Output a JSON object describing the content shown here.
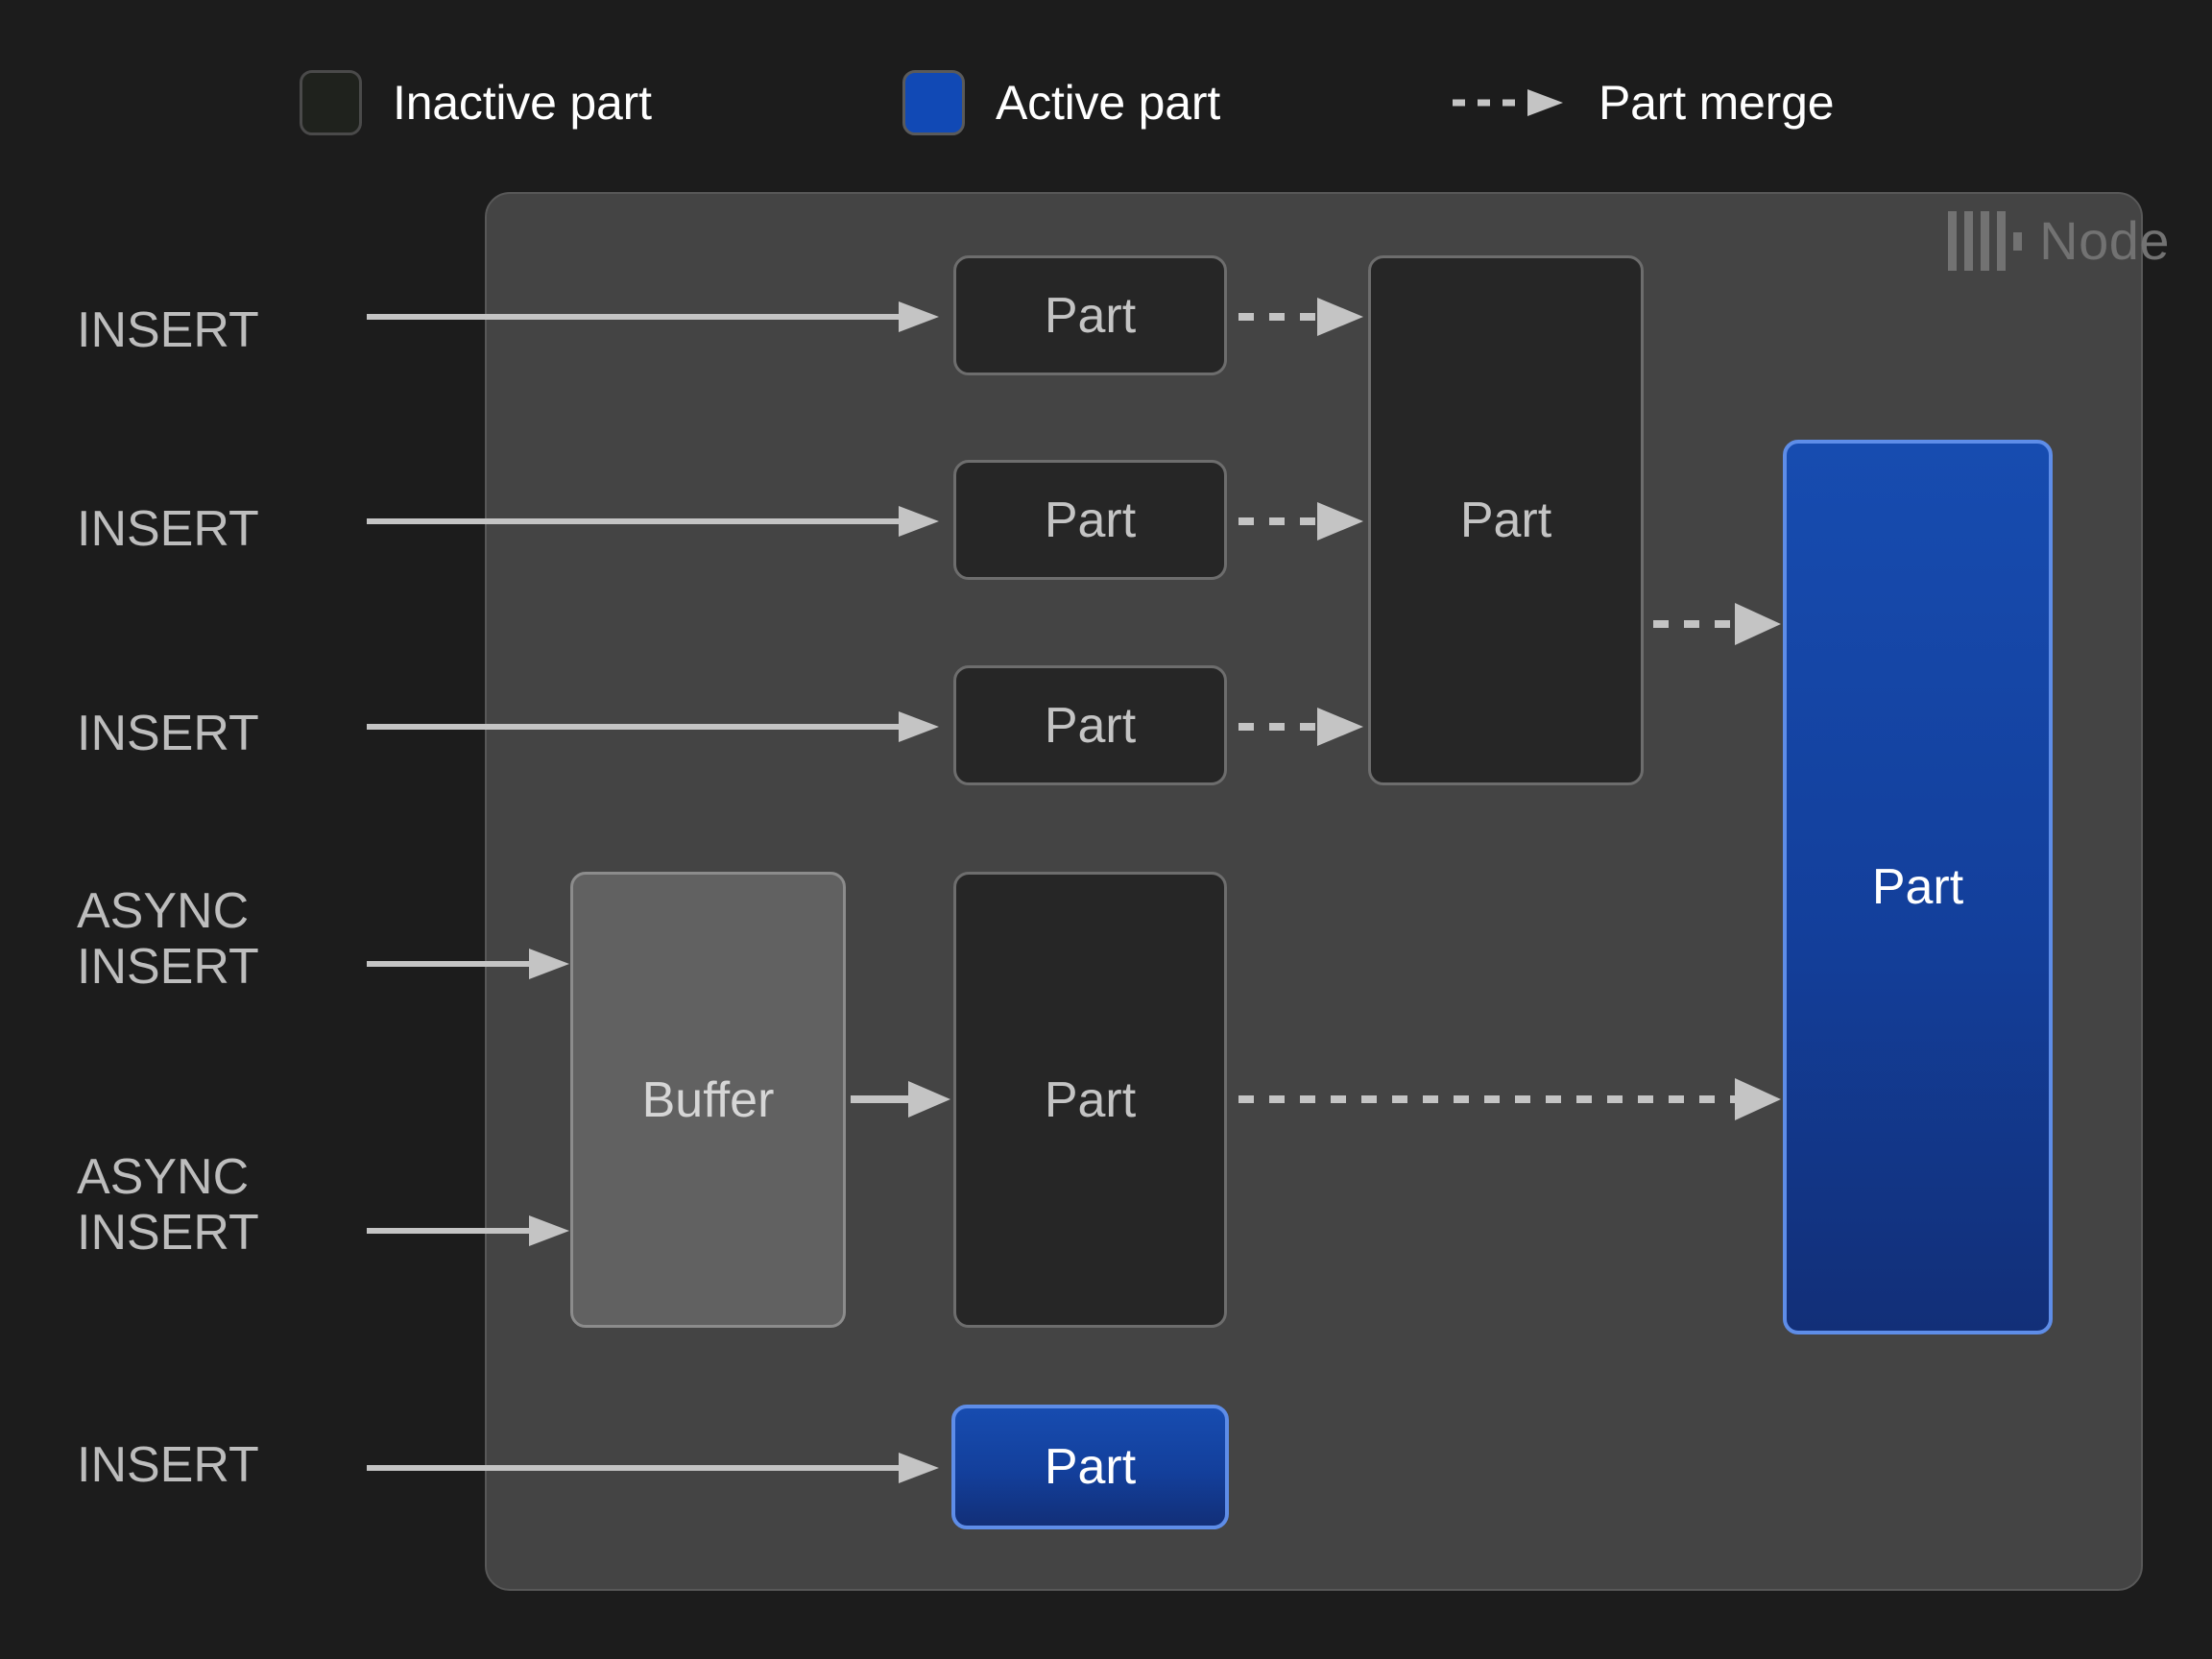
{
  "legend": {
    "items": [
      {
        "id": "inactive",
        "label": "Inactive part",
        "swatch": "inactive-part-swatch",
        "color": "#1f221d"
      },
      {
        "id": "active",
        "label": "Active part",
        "swatch": "active-part-swatch",
        "color": "#1149b5"
      },
      {
        "id": "merge",
        "label": "Part merge",
        "swatch": "dashed-arrow-icon",
        "color": "#c4c4c4"
      }
    ]
  },
  "node": {
    "label": "Node",
    "logo_icon": "clickhouse-logo-icon",
    "panel_color": "#444444"
  },
  "sources": [
    {
      "id": "insert-1",
      "text": "INSERT"
    },
    {
      "id": "insert-2",
      "text": "INSERT"
    },
    {
      "id": "insert-3",
      "text": "INSERT"
    },
    {
      "id": "async-insert-1",
      "text": "ASYNC\nINSERT"
    },
    {
      "id": "async-insert-2",
      "text": "ASYNC\nINSERT"
    },
    {
      "id": "insert-4",
      "text": "INSERT"
    }
  ],
  "boxes": [
    {
      "id": "part-1",
      "label": "Part",
      "state": "inactive"
    },
    {
      "id": "part-2",
      "label": "Part",
      "state": "inactive"
    },
    {
      "id": "part-3",
      "label": "Part",
      "state": "inactive"
    },
    {
      "id": "part-merged",
      "label": "Part",
      "state": "inactive"
    },
    {
      "id": "buffer",
      "label": "Buffer",
      "state": "buffer"
    },
    {
      "id": "part-buffered",
      "label": "Part",
      "state": "inactive"
    },
    {
      "id": "part-final",
      "label": "Part",
      "state": "active"
    },
    {
      "id": "part-direct",
      "label": "Part",
      "state": "active"
    }
  ],
  "colors": {
    "background": "#1c1c1c",
    "node_panel": "#444444",
    "inactive_fill": "#262626",
    "inactive_border": "#6d6d6d",
    "buffer_fill": "#616161",
    "buffer_border": "#8c8c8c",
    "active_fill": "#13409f",
    "active_border": "#5e8de8",
    "arrow": "#c4c4c4",
    "text_primary": "#ffffff",
    "text_muted": "#bdbdbd",
    "node_label": "#727272"
  }
}
